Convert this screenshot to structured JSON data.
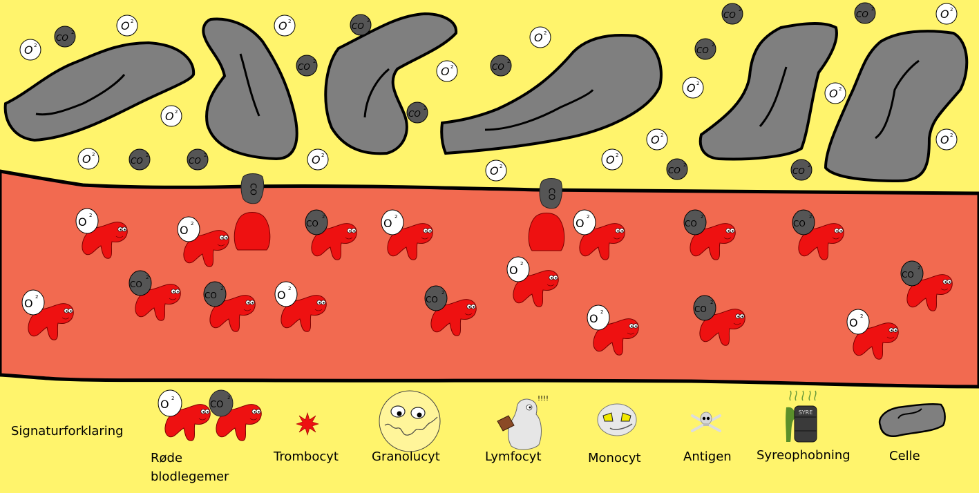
{
  "colors": {
    "tissue": "#fff46c",
    "blood": "#f26a50",
    "cell": "#7f7f7f",
    "outline": "#000000",
    "rbc": "#ee1111",
    "o2": "#ffffff",
    "co2": "#555555"
  },
  "molecules": {
    "o2_label": "O",
    "co2_label": "CO",
    "sub": "2"
  },
  "tissue_molecules": [
    {
      "kind": "o2"
    },
    {
      "kind": "co2"
    },
    {
      "kind": "o2"
    },
    {
      "kind": "o2"
    },
    {
      "kind": "co2"
    },
    {
      "kind": "co2"
    },
    {
      "kind": "o2"
    },
    {
      "kind": "o2"
    },
    {
      "kind": "co2"
    },
    {
      "kind": "co2"
    },
    {
      "kind": "o2"
    },
    {
      "kind": "o2"
    },
    {
      "kind": "co2"
    },
    {
      "kind": "co2"
    },
    {
      "kind": "o2"
    },
    {
      "kind": "co2"
    },
    {
      "kind": "o2"
    },
    {
      "kind": "o2"
    },
    {
      "kind": "o2"
    },
    {
      "kind": "co2"
    },
    {
      "kind": "o2"
    },
    {
      "kind": "co2"
    },
    {
      "kind": "o2"
    },
    {
      "kind": "o2"
    },
    {
      "kind": "co2"
    },
    {
      "kind": "o2"
    },
    {
      "kind": "co2"
    }
  ],
  "red_blood_cells": [
    {
      "cargo": "o2"
    },
    {
      "cargo": "o2"
    },
    {
      "cargo": "co2"
    },
    {
      "cargo": "o2"
    },
    {
      "cargo": "co2"
    },
    {
      "cargo": "o2"
    },
    {
      "cargo": "co2"
    },
    {
      "cargo": "o2"
    },
    {
      "cargo": "co2"
    },
    {
      "cargo": "o2"
    },
    {
      "cargo": "o2"
    },
    {
      "cargo": "co2"
    },
    {
      "cargo": "o2"
    },
    {
      "cargo": "co2"
    },
    {
      "cargo": "co2"
    },
    {
      "cargo": "o2"
    },
    {
      "cargo": "co2"
    }
  ],
  "legend": {
    "title": "Signaturforklaring",
    "items": [
      {
        "label_line1": "Røde",
        "label_line2": "blodlegemer",
        "icon": "red-blood-cell-icon"
      },
      {
        "label": "Trombocyt",
        "icon": "thrombocyte-icon"
      },
      {
        "label": "Granolucyt",
        "icon": "granulocyte-icon"
      },
      {
        "label": "Lymfocyt",
        "icon": "lymphocyte-icon",
        "exclaim": "!!!!"
      },
      {
        "label": "Monocyt",
        "icon": "monocyte-icon"
      },
      {
        "label": "Antigen",
        "icon": "skull-crossbones-icon"
      },
      {
        "label": "Syreophobning",
        "icon": "acid-barrel-icon",
        "barrel_text": "SYRE"
      },
      {
        "label": "Celle",
        "icon": "cell-icon"
      }
    ]
  }
}
